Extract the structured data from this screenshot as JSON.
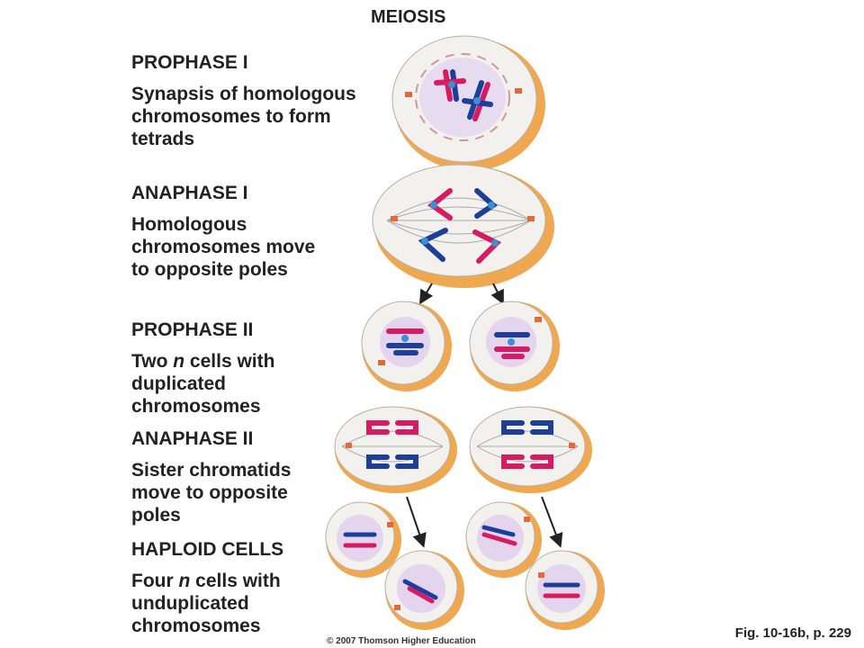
{
  "title": "MEIOSIS",
  "stages": [
    {
      "heading": "PROPHASE I",
      "desc": "Synapsis of homologous\nchromosomes to form\ntetrads"
    },
    {
      "heading": "ANAPHASE I",
      "desc": "Homologous\nchromosomes move\nto opposite poles"
    },
    {
      "heading": "PROPHASE II",
      "desc_pre": "Two ",
      "desc_n": "n",
      "desc_post": " cells with\nduplicated\nchromosomes"
    },
    {
      "heading": "ANAPHASE II",
      "desc": "Sister chromatids\nmove to opposite\npoles"
    },
    {
      "heading": "HAPLOID CELLS",
      "desc_pre": "Four ",
      "desc_n": "n",
      "desc_post": " cells with\nunduplicated\nchromosomes"
    }
  ],
  "figure_ref": "Fig. 10-16b, p. 229",
  "copyright": "© 2007 Thomson Higher Education",
  "colors": {
    "maternal": "#d81b60",
    "paternal": "#1e3f99",
    "centromere": "#3a8fd6",
    "cell_rim": "#f0a850",
    "cell_body": "#f3f1ee",
    "nucleus": "#e4d4ee"
  }
}
